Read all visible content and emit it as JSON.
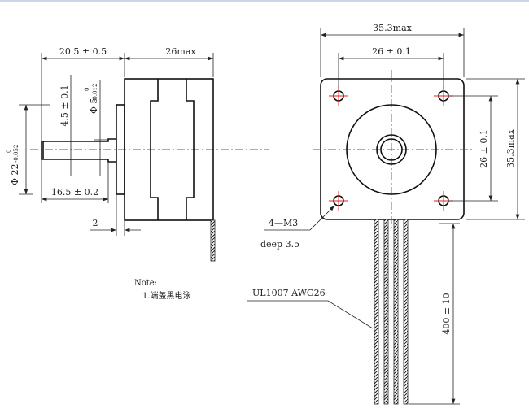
{
  "side_view": {
    "dim_length": "20.5 ± 0.5",
    "dim_body": "26max",
    "dim_flat": "4.5 ± 0.1",
    "dim_shaft_dia": "Φ 5",
    "dim_shaft_tol_top": "0",
    "dim_shaft_tol_bottom": "-0.012",
    "dim_flange_dia": "Φ 22",
    "dim_flange_tol_top": "0",
    "dim_flange_tol_bottom": "-0.052",
    "dim_shaft_len": "16.5 ± 0.2",
    "dim_flange_thk": "2"
  },
  "front_view": {
    "dim_width": "35.3max",
    "dim_hole_spacing_h": "26 ± 0.1",
    "dim_hole_spacing_v": "26 ± 0.1",
    "dim_height": "35.3max",
    "hole_label": "4—M3",
    "hole_depth": "deep 3.5",
    "wire_label": "UL1007 AWG26",
    "wire_length": "400 ± 10"
  },
  "notes": {
    "title": "Note:",
    "items": [
      "1.端盖黑电泳"
    ]
  },
  "colors": {
    "centerline": "#e02020",
    "line": "#111111"
  }
}
